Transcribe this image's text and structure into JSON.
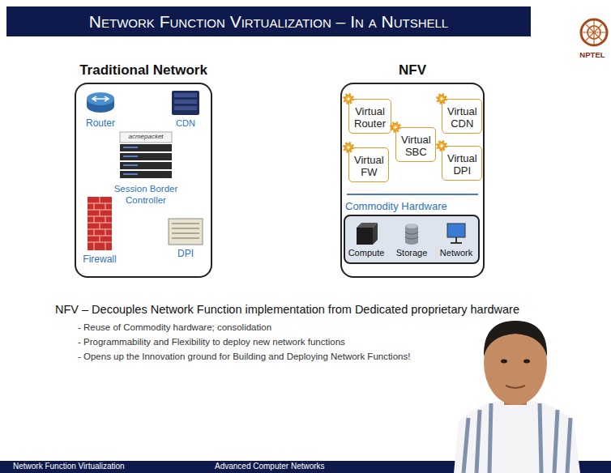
{
  "diagram": {
    "title": "Network Function Virtualization – In a Nutshell",
    "nodes": [
      {
        "text": [
          "Traditional Network"
        ]
      },
      {
        "text": [
          "NFV"
        ]
      },
      {
        "text": [
          "Virtual Router"
        ],
        "in": 1
      },
      {
        "text": [
          "Virtual CDN"
        ],
        "in": 1
      },
      {
        "text": [
          "Virtual SBC"
        ],
        "in": 1
      },
      {
        "text": [
          "Virtual FW"
        ],
        "in": 1
      },
      {
        "text": [
          "Virtual DPI"
        ],
        "in": 1
      },
      {
        "text": [
          "Commodity Hardware"
        ],
        "in": 1
      }
    ],
    "labels": [
      "Router",
      "CDN",
      "acmepacket",
      "Session Border Controller",
      "Firewall",
      "DPI",
      "Compute",
      "Storage",
      "Network",
      "NFV – Decouples Network Function implementation from Dedicated proprietary hardware",
      "- Reuse of Commodity hardware; consolidation",
      "- Programmability and Flexibility to deploy new network functions",
      "- Opens up the Innovation ground for Building and Deploying Network Functions!",
      "Network Function Virtualization",
      "Advanced Computer Networks",
      "NPTEL"
    ]
  }
}
